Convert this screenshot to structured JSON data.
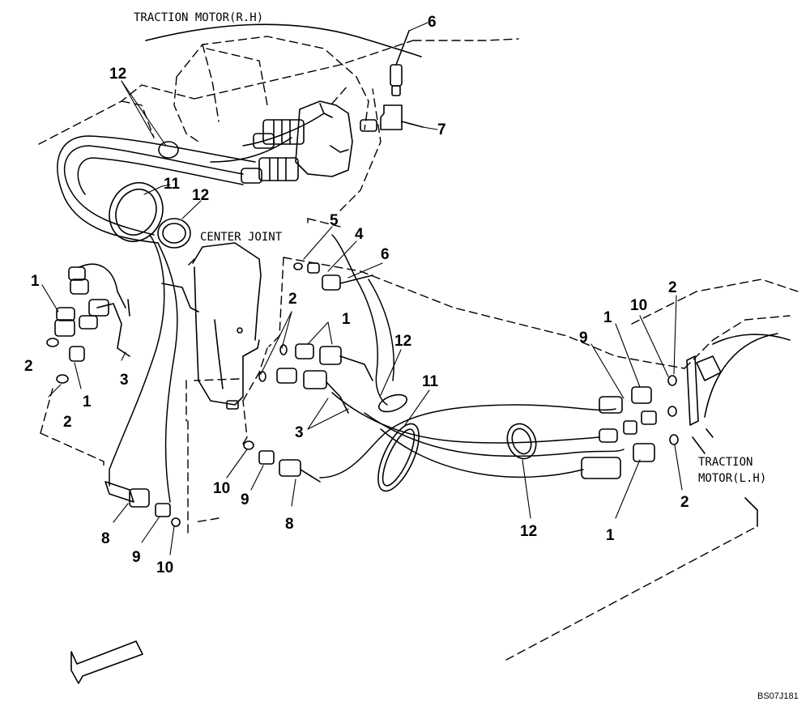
{
  "captions": {
    "traction_rh": "TRACTION MOTOR(R.H)",
    "center_joint": "CENTER JOINT",
    "traction_lh_1": "TRACTION",
    "traction_lh_2": "MOTOR(L.H)"
  },
  "drawing_code": "BS07J181",
  "callouts": [
    {
      "id": "c6a",
      "text": "6"
    },
    {
      "id": "c12a",
      "text": "12"
    },
    {
      "id": "c7",
      "text": "7"
    },
    {
      "id": "c11a",
      "text": "11"
    },
    {
      "id": "c12b",
      "text": "12"
    },
    {
      "id": "c5",
      "text": "5"
    },
    {
      "id": "c4",
      "text": "4"
    },
    {
      "id": "c6b",
      "text": "6"
    },
    {
      "id": "c1a",
      "text": "1"
    },
    {
      "id": "c2a",
      "text": "2"
    },
    {
      "id": "c1b",
      "text": "1"
    },
    {
      "id": "c3a",
      "text": "3"
    },
    {
      "id": "c2b",
      "text": "2"
    },
    {
      "id": "c2c",
      "text": "2"
    },
    {
      "id": "c1c",
      "text": "1"
    },
    {
      "id": "c12c",
      "text": "12"
    },
    {
      "id": "c11b",
      "text": "11"
    },
    {
      "id": "c3b",
      "text": "3"
    },
    {
      "id": "c10a",
      "text": "10"
    },
    {
      "id": "c9a",
      "text": "9"
    },
    {
      "id": "c8a",
      "text": "8"
    },
    {
      "id": "c8b",
      "text": "8"
    },
    {
      "id": "c9b",
      "text": "9"
    },
    {
      "id": "c10b",
      "text": "10"
    },
    {
      "id": "c9c",
      "text": "9"
    },
    {
      "id": "c1d",
      "text": "1"
    },
    {
      "id": "c10c",
      "text": "10"
    },
    {
      "id": "c2d",
      "text": "2"
    },
    {
      "id": "c2e",
      "text": "2"
    },
    {
      "id": "c12d",
      "text": "12"
    },
    {
      "id": "c1e",
      "text": "1"
    }
  ]
}
